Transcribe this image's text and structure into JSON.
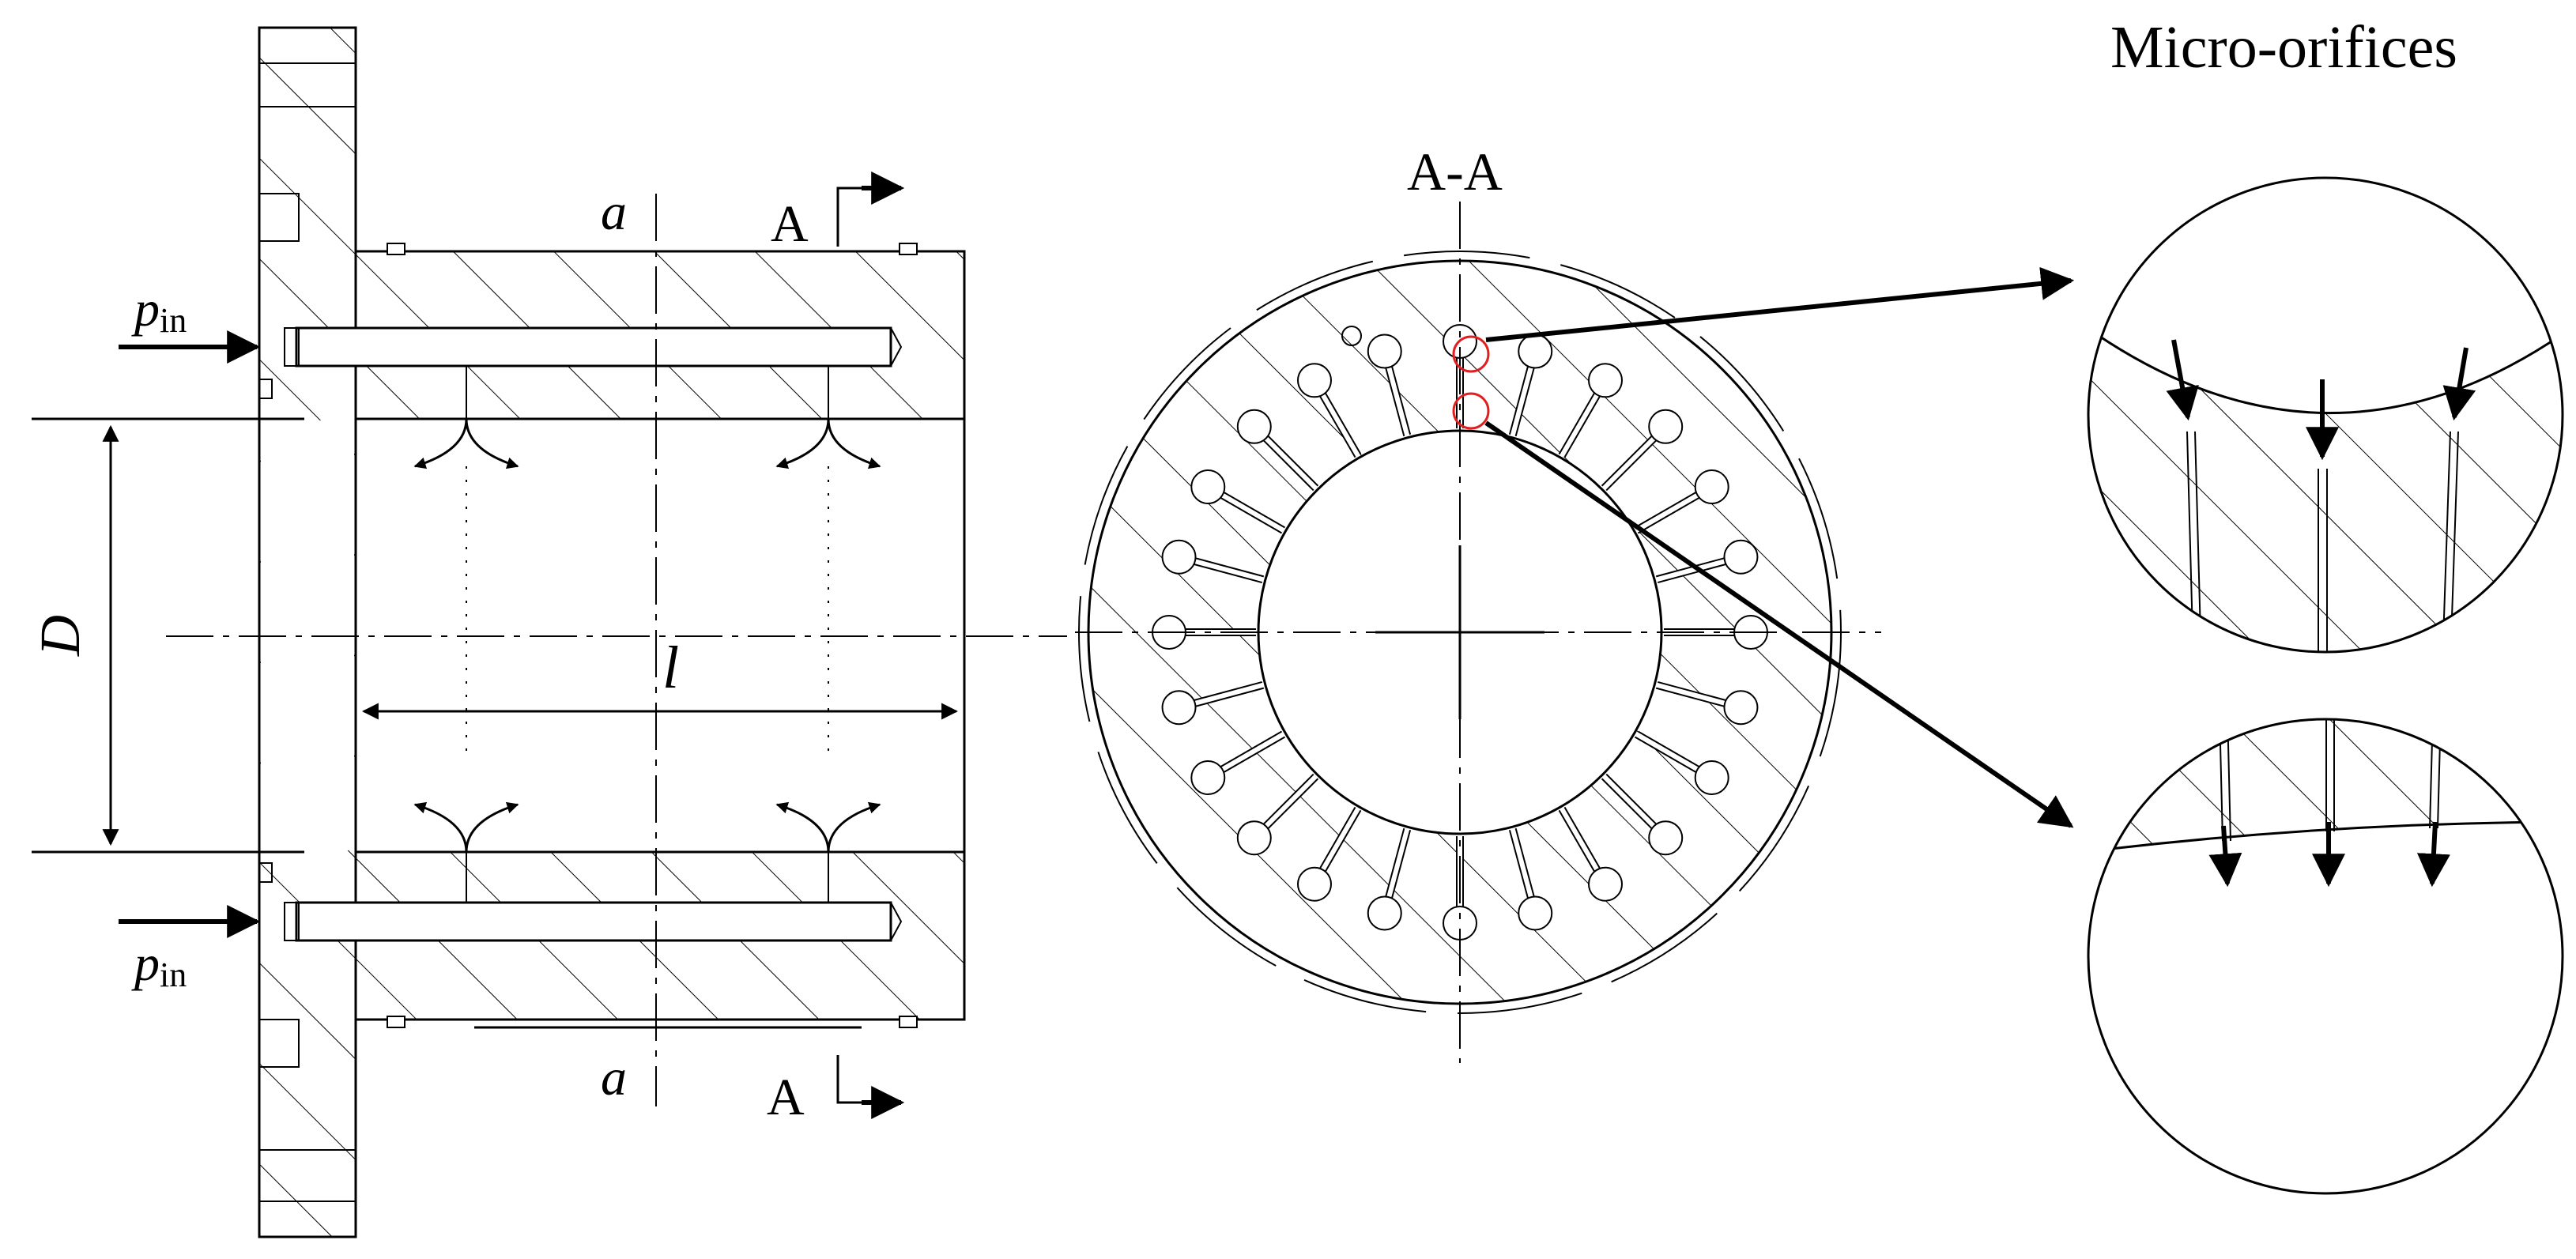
{
  "labels": {
    "p_symbol": "p",
    "p_subscript": "in",
    "diameter": "D",
    "length": "l",
    "section_mark_lower": "a",
    "section_mark_letter": "A",
    "section_title": "A-A",
    "detail_title": "Micro-orifices"
  },
  "colors": {
    "line": "#000000",
    "highlight": "#e02020",
    "background": "#ffffff"
  },
  "ring": {
    "orifice_count": 24
  }
}
